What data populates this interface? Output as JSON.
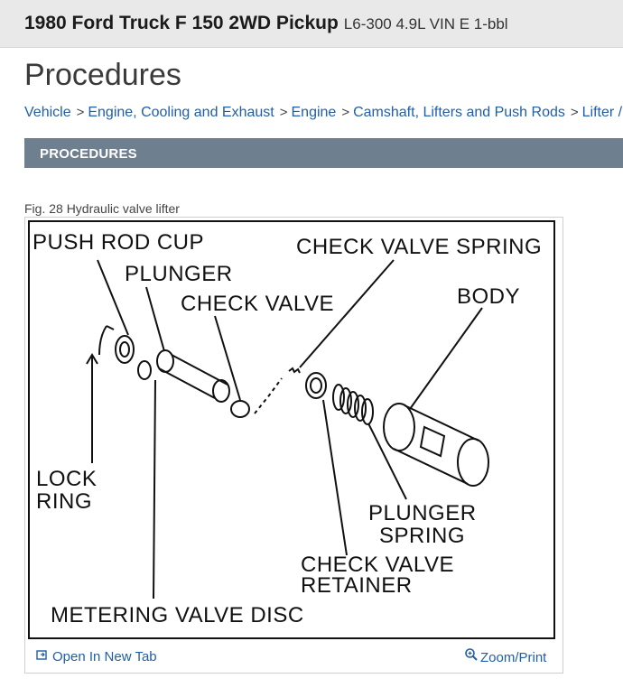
{
  "header": {
    "vehicle_main": "1980 Ford Truck F 150 2WD Pickup",
    "vehicle_sub": "L6-300 4.9L VIN E 1-bbl"
  },
  "page": {
    "title": "Procedures"
  },
  "breadcrumb": {
    "items": [
      "Vehicle",
      "Engine, Cooling and Exhaust",
      "Engine",
      "Camshaft, Lifters and Push Rods",
      "Lifter /"
    ],
    "separator": ">"
  },
  "section": {
    "label": "PROCEDURES"
  },
  "figure": {
    "caption": "Fig. 28 Hydraulic valve lifter",
    "labels": {
      "push_rod_cup": "PUSH ROD CUP",
      "plunger": "PLUNGER",
      "check_valve": "CHECK VALVE",
      "check_valve_spring": "CHECK VALVE SPRING",
      "body": "BODY",
      "lock": "LOCK",
      "ring": "RING",
      "plunger2": "PLUNGER",
      "spring": "SPRING",
      "check_valve2": "CHECK VALVE",
      "retainer": "RETAINER",
      "metering_valve_disc": "METERING VALVE DISC"
    }
  },
  "footer": {
    "open_new_tab": "Open In New Tab",
    "open_icon": "external-window-icon",
    "zoom_print": "Zoom/Print",
    "zoom_icon": "magnifier-icon"
  },
  "colors": {
    "link": "#1f5fa8",
    "section_bar": "#6e7f8f",
    "topbar": "#e9e9e9"
  }
}
